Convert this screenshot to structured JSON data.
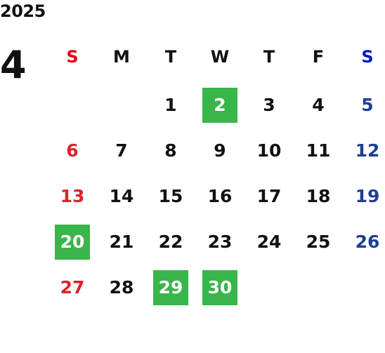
{
  "calendar": {
    "year": "2025",
    "month": "4",
    "weekdays": [
      "S",
      "M",
      "T",
      "W",
      "T",
      "F",
      "S"
    ],
    "weeks": [
      [
        "",
        "",
        "1",
        "2",
        "3",
        "4",
        "5"
      ],
      [
        "6",
        "7",
        "8",
        "9",
        "10",
        "11",
        "12"
      ],
      [
        "13",
        "14",
        "15",
        "16",
        "17",
        "18",
        "19"
      ],
      [
        "20",
        "21",
        "22",
        "23",
        "24",
        "25",
        "26"
      ],
      [
        "27",
        "28",
        "29",
        "30",
        "",
        "",
        ""
      ]
    ],
    "highlighted_days": [
      "2",
      "20",
      "29",
      "30"
    ],
    "colors": {
      "sunday": "#e0202a",
      "saturday": "#1e3f92",
      "highlight": "#3ab54a"
    }
  }
}
